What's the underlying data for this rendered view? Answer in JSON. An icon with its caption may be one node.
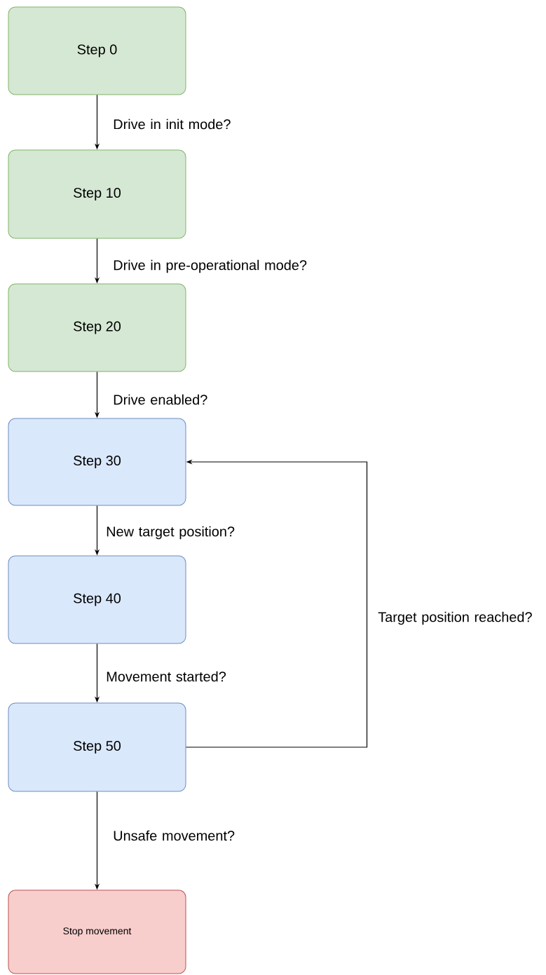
{
  "diagram": {
    "nodes": [
      {
        "text": [
          "Step 0"
        ]
      },
      {
        "text": [
          "Step 10"
        ]
      },
      {
        "text": [
          "Step 20"
        ]
      },
      {
        "text": [
          "Step 30"
        ]
      },
      {
        "text": [
          "Step 40"
        ]
      },
      {
        "text": [
          "Step 50"
        ]
      },
      {
        "text": [
          "Stop movement"
        ]
      }
    ],
    "edges": [
      {
        "from": 0,
        "to": 1,
        "arrow": "to",
        "label": "Drive in init mode?"
      },
      {
        "from": 1,
        "to": 2,
        "arrow": "to",
        "label": "Drive in pre-operational mode?"
      },
      {
        "from": 2,
        "to": 3,
        "arrow": "to",
        "label": "Drive enabled?"
      },
      {
        "from": 3,
        "to": 4,
        "arrow": "to",
        "label": "New target position?"
      },
      {
        "from": 4,
        "to": 5,
        "arrow": "to",
        "label": "Movement started?"
      },
      {
        "from": 5,
        "to": 3,
        "arrow": "to",
        "label": "Target position reached?"
      },
      {
        "from": 5,
        "to": 6,
        "arrow": "to",
        "label": "Unsafe movement?"
      }
    ]
  }
}
